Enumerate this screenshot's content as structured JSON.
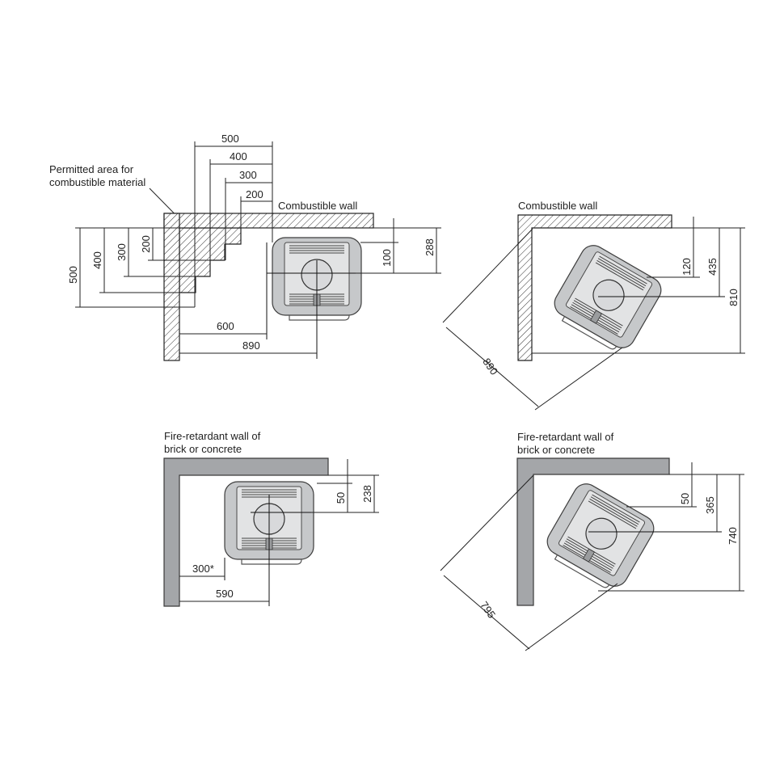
{
  "diagram1": {
    "annotation_line1": "Permitted area for",
    "annotation_line2": "combustible material",
    "wall_label": "Combustible wall",
    "dims": {
      "top_500": "500",
      "top_400": "400",
      "top_300": "300",
      "top_200": "200",
      "left_500": "500",
      "left_400": "400",
      "left_300": "300",
      "left_200": "200",
      "gap_100": "100",
      "depth_288": "288",
      "side_600": "600",
      "side_890": "890"
    }
  },
  "diagram2": {
    "wall_label": "Combustible wall",
    "dims": {
      "gap_120": "120",
      "depth_435": "435",
      "total_810": "810",
      "diag_890": "890"
    }
  },
  "diagram3": {
    "wall_label_line1": "Fire-retardant wall of",
    "wall_label_line2": "brick or concrete",
    "dims": {
      "gap_50": "50",
      "depth_238": "238",
      "side_300": "300*",
      "side_590": "590"
    }
  },
  "diagram4": {
    "wall_label_line1": "Fire-retardant wall of",
    "wall_label_line2": "brick or concrete",
    "dims": {
      "gap_50": "50",
      "depth_365": "365",
      "total_740": "740",
      "diag_795": "795"
    }
  },
  "colors": {
    "line": "#222222",
    "stove_body": "#c6c8ca",
    "stove_panel": "#e2e3e4",
    "fire_wall": "#a4a6a9"
  }
}
